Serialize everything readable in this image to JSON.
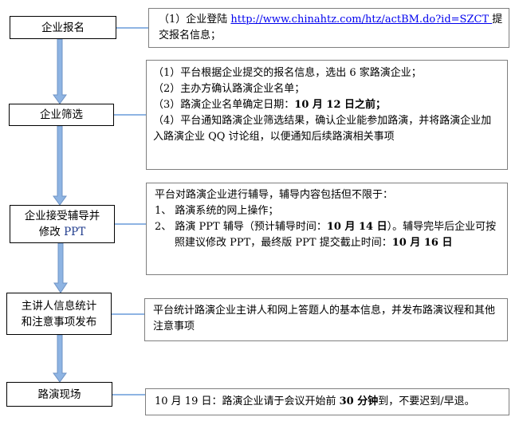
{
  "steps": [
    {
      "label": "企业报名"
    },
    {
      "label": "企业筛选"
    },
    {
      "label_line1": "企业接受辅导并",
      "label_line2_pre": "修改 ",
      "label_line2_ppt": "PPT"
    },
    {
      "label_line1": "主讲人信息统计",
      "label_line2": "和注意事项发布"
    },
    {
      "label": "路演现场"
    }
  ],
  "details": {
    "signup": {
      "pre": "（1）企业登陆 ",
      "link": "http://www.chinahtz.com/htz/actBM.do?id=SZCT ",
      "post": "提交报名信息；"
    },
    "screening": {
      "l1": "（1）平台根据企业提交的报名信息，选出 6 家路演企业；",
      "l2": "（2）主办方确认路演企业名单；",
      "l3_pre": "（3）路演企业名单确定日期：",
      "l3_bold": "10 月 12 日之前；",
      "l4": "（4）平台通知路演企业筛选结果，确认企业能参加路演，并将路演企业加入路演企业 QQ 讨论组，以便通知后续路演相关事项"
    },
    "coaching": {
      "intro": "平台对路演企业进行辅导，辅导内容包括但不限于：",
      "i1": "1、 路演系统的网上操作；",
      "i2_a": "2、 路演 PPT 辅导（预计辅导时间：",
      "i2_b": "10 月 14 日",
      "i2_c": "）。辅导完毕后企业可按照建议修改 PPT，最终版 PPT 提交截止时间：",
      "i2_d": "10 月 16 日"
    },
    "speakers": "平台统计路演企业主讲人和网上答题人的基本信息，并发布路演议程和其他注意事项",
    "onsite": {
      "a": "10 月 19 日：路演企业请于会议开始前 ",
      "b": "30 分钟",
      "c": "到，不要迟到/早退。"
    }
  }
}
